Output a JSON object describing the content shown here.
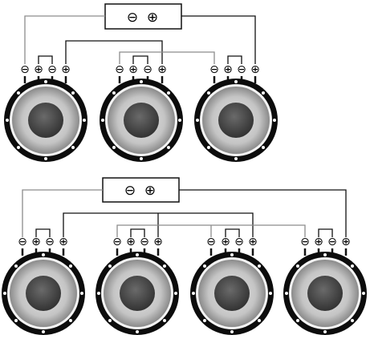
{
  "terminal_symbols": {
    "negative": "⊖",
    "positive": "⊕"
  },
  "colors": {
    "background": "#ffffff",
    "wire": "#8c8c8c",
    "outline": "#111111",
    "speaker_rim": "#0c0c0c",
    "speaker_cone": "#bdbdbd",
    "speaker_dust_cap": "#4a4a4a"
  },
  "diagrams": [
    {
      "name": "three-speaker-wiring",
      "amplifier": {
        "terminals": [
          "⊖",
          "⊕"
        ]
      },
      "speakers": [
        {
          "id": "speaker-1",
          "terminals": [
            "⊖",
            "⊕",
            "⊖",
            "⊕"
          ]
        },
        {
          "id": "speaker-2",
          "terminals": [
            "⊖",
            "⊕",
            "⊖",
            "⊕"
          ]
        },
        {
          "id": "speaker-3",
          "terminals": [
            "⊖",
            "⊕",
            "⊖",
            "⊕"
          ]
        }
      ]
    },
    {
      "name": "four-speaker-wiring",
      "amplifier": {
        "terminals": [
          "⊖",
          "⊕"
        ]
      },
      "speakers": [
        {
          "id": "speaker-1",
          "terminals": [
            "⊖",
            "⊕",
            "⊖",
            "⊕"
          ]
        },
        {
          "id": "speaker-2",
          "terminals": [
            "⊖",
            "⊕",
            "⊖",
            "⊕"
          ]
        },
        {
          "id": "speaker-3",
          "terminals": [
            "⊖",
            "⊕",
            "⊖",
            "⊕"
          ]
        },
        {
          "id": "speaker-4",
          "terminals": [
            "⊖",
            "⊕",
            "⊖",
            "⊕"
          ]
        }
      ]
    }
  ]
}
